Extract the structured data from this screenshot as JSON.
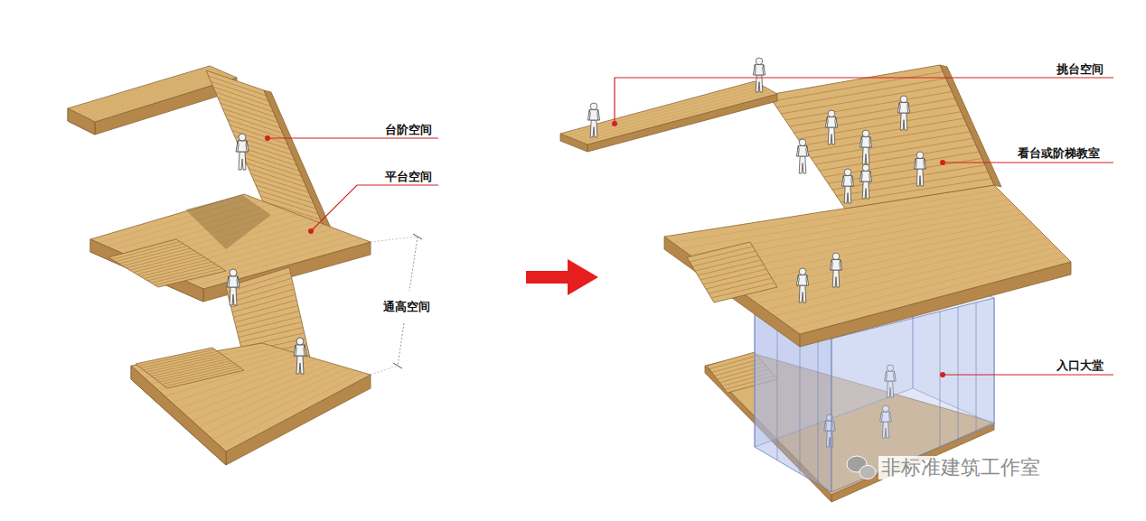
{
  "diagram": {
    "labels": [
      "台阶空间",
      "平台空间",
      "通高空间",
      "挑台空间",
      "看台或阶梯教室",
      "入口大堂",
      "非标准建筑工作室"
    ]
  }
}
